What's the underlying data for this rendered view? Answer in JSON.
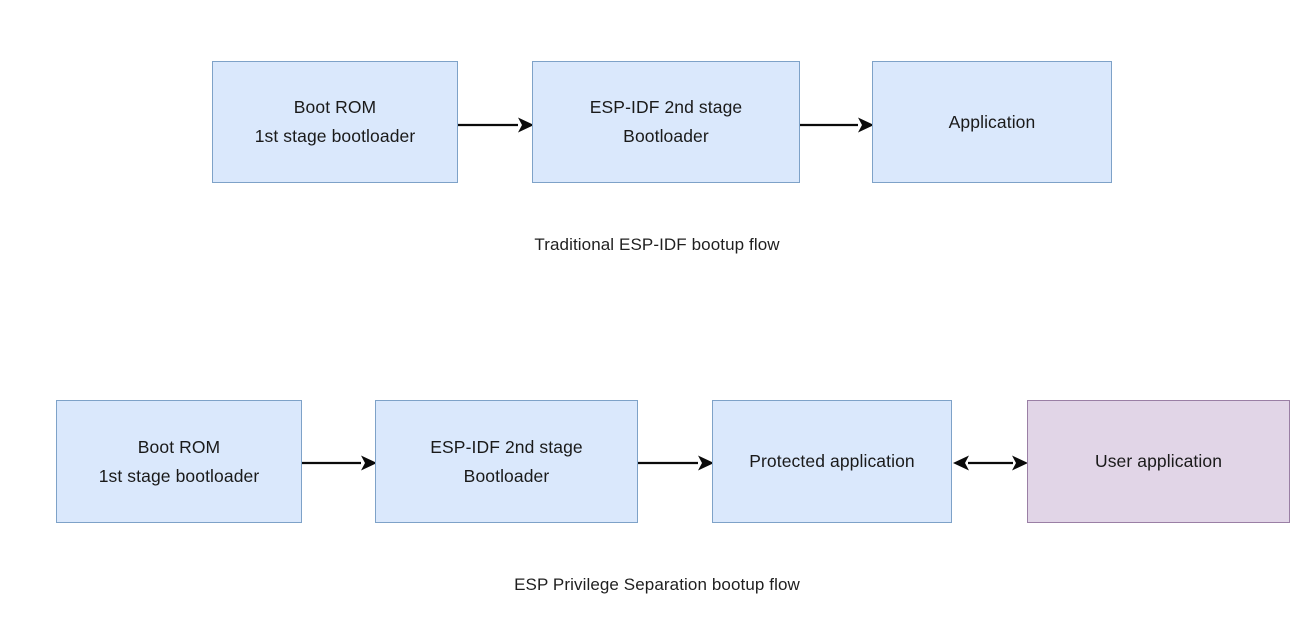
{
  "page": {
    "background_color": "#ffffff",
    "text_color": "#1a1a1a"
  },
  "palette": {
    "box_blue_fill": "#dae8fc",
    "box_blue_border": "#7ea2c8",
    "box_purple_fill": "#e1d5e7",
    "box_purple_border": "#9a7fa5",
    "arrow_color": "#0a0a0a"
  },
  "diagrams": [
    {
      "id": "traditional-flow",
      "caption": "Traditional ESP-IDF bootup flow",
      "nodes": [
        {
          "id": "top-bootrom",
          "label": "Boot ROM\n1st stage bootloader",
          "style": "blue"
        },
        {
          "id": "top-bootloader",
          "label": "ESP-IDF 2nd stage\nBootloader",
          "style": "blue"
        },
        {
          "id": "top-application",
          "label": "Application",
          "style": "blue"
        }
      ],
      "edges": [
        {
          "id": "top-1",
          "from": "top-bootrom",
          "to": "top-bootloader",
          "arrow": "single"
        },
        {
          "id": "top-2",
          "from": "top-bootloader",
          "to": "top-application",
          "arrow": "single"
        }
      ]
    },
    {
      "id": "privilege-separation-flow",
      "caption": "ESP Privilege Separation bootup flow",
      "nodes": [
        {
          "id": "bot-bootrom",
          "label": "Boot ROM\n1st stage bootloader",
          "style": "blue"
        },
        {
          "id": "bot-bootloader",
          "label": "ESP-IDF 2nd stage\nBootloader",
          "style": "blue"
        },
        {
          "id": "bot-protected",
          "label": "Protected application",
          "style": "blue"
        },
        {
          "id": "bot-userapp",
          "label": "User application",
          "style": "purple"
        }
      ],
      "edges": [
        {
          "id": "bot-1",
          "from": "bot-bootrom",
          "to": "bot-bootloader",
          "arrow": "single"
        },
        {
          "id": "bot-2",
          "from": "bot-bootloader",
          "to": "bot-protected",
          "arrow": "single"
        },
        {
          "id": "bot-3",
          "from": "bot-protected",
          "to": "bot-userapp",
          "arrow": "double"
        }
      ]
    }
  ]
}
